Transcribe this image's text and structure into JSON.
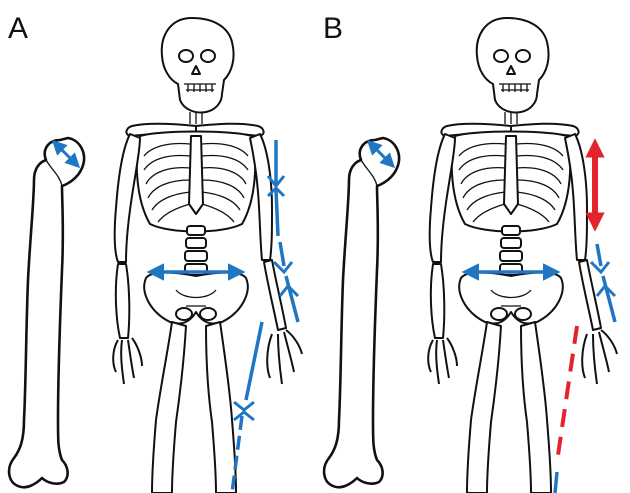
{
  "panels": [
    {
      "label": "A"
    },
    {
      "label": "B"
    }
  ],
  "colors": {
    "line": "#111111",
    "blue": "#1f77c4",
    "red": "#e3242b",
    "background": "#ffffff"
  },
  "icons": {
    "femur": "femur-bone-drawing",
    "skeleton": "human-skeleton-drawing",
    "arrow": "double-headed-arrow"
  }
}
